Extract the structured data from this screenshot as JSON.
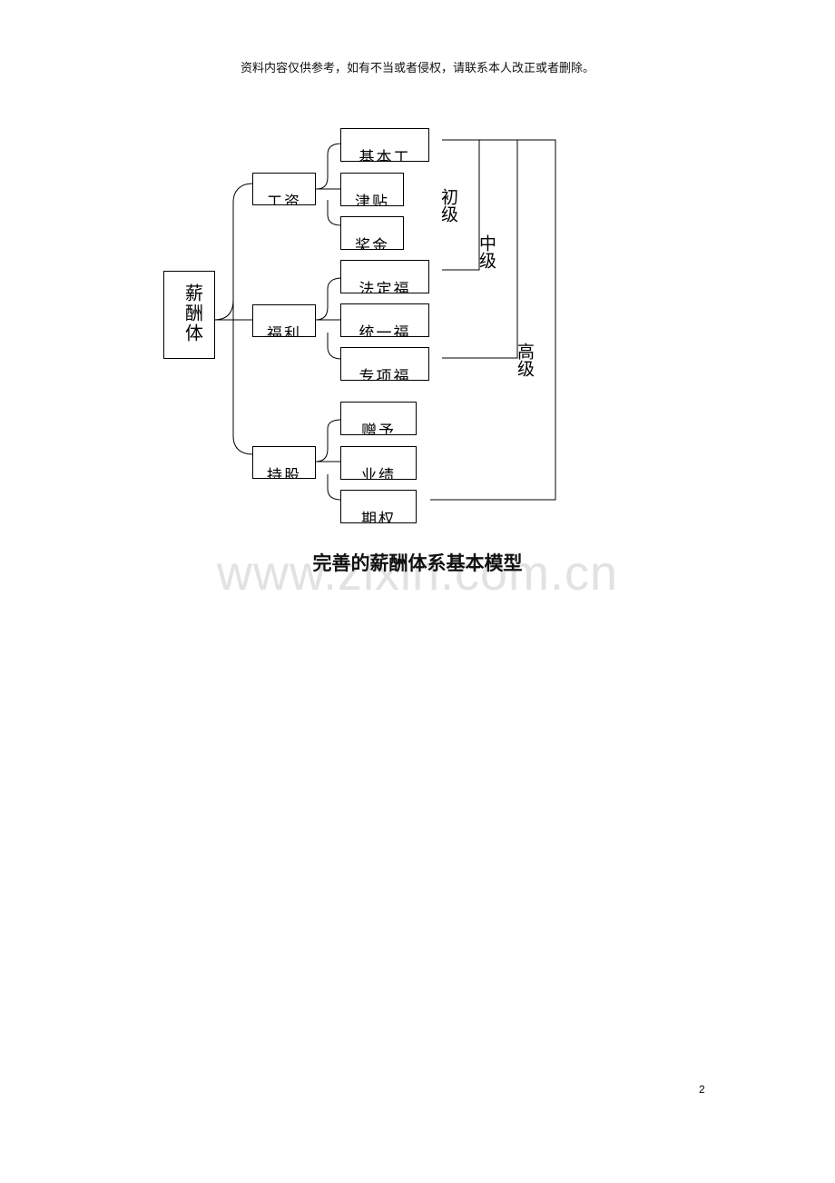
{
  "header_note": "资料内容仅供参考，如有不当或者侵权，请联系本人改正或者删除。",
  "diagram": {
    "root": "薪酬体",
    "branches": [
      {
        "label": "工资",
        "children": [
          "基本工",
          "津贴",
          "奖金"
        ]
      },
      {
        "label": "福利",
        "children": [
          "法定福",
          "统一福",
          "专项福"
        ]
      },
      {
        "label": "持股",
        "children": [
          "赠予",
          "业绩",
          "期权"
        ]
      }
    ],
    "levels": [
      "初级",
      "中级",
      "高级"
    ]
  },
  "caption": "完善的薪酬体系基本模型",
  "watermark": "www.zixin.com.cn",
  "page_number": "2"
}
